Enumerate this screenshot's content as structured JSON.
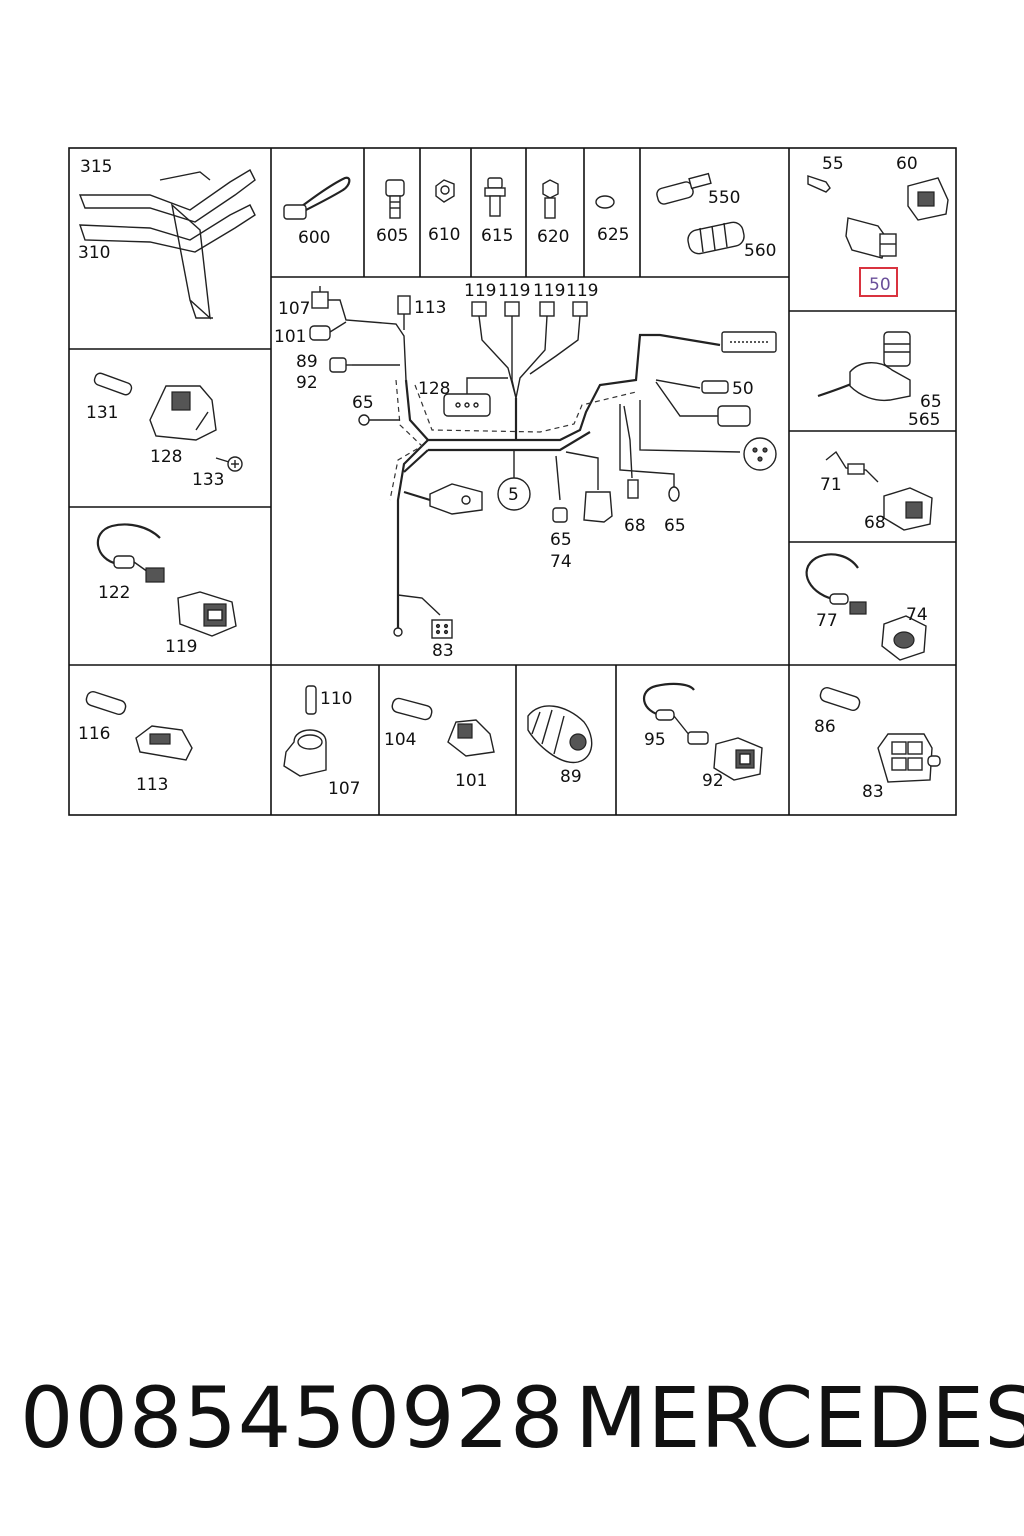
{
  "diagram": {
    "callouts": {
      "c315": "315",
      "c310": "310",
      "c600": "600",
      "c605": "605",
      "c610": "610",
      "c615": "615",
      "c620": "620",
      "c625": "625",
      "c550": "550",
      "c560": "560",
      "c55": "55",
      "c60": "60",
      "c50_hl": "50",
      "c131": "131",
      "c128a": "128",
      "c133": "133",
      "c122": "122",
      "c119a": "119",
      "m107": "107",
      "m113": "113",
      "m101": "101",
      "m89": "89",
      "m92": "92",
      "m119a": "119",
      "m119b": "119",
      "m119c": "119",
      "m119d": "119",
      "m128": "128",
      "m50": "50",
      "m65a": "65",
      "m5": "5",
      "m65b": "65",
      "m74": "74",
      "m68": "68",
      "m65c": "65",
      "m83": "83",
      "c65": "65",
      "c565": "565",
      "c71": "71",
      "c68": "68",
      "c77": "77",
      "c74": "74",
      "c116": "116",
      "c113": "113",
      "c110": "110",
      "c107": "107",
      "c104": "104",
      "c101": "101",
      "c89": "89",
      "c95": "95",
      "c92": "92",
      "c86": "86",
      "c83": "83"
    },
    "highlight": {
      "label": "50",
      "color": "#d9333f"
    }
  },
  "footer": {
    "part_number": "0085450928",
    "brand": "MERCEDES"
  }
}
